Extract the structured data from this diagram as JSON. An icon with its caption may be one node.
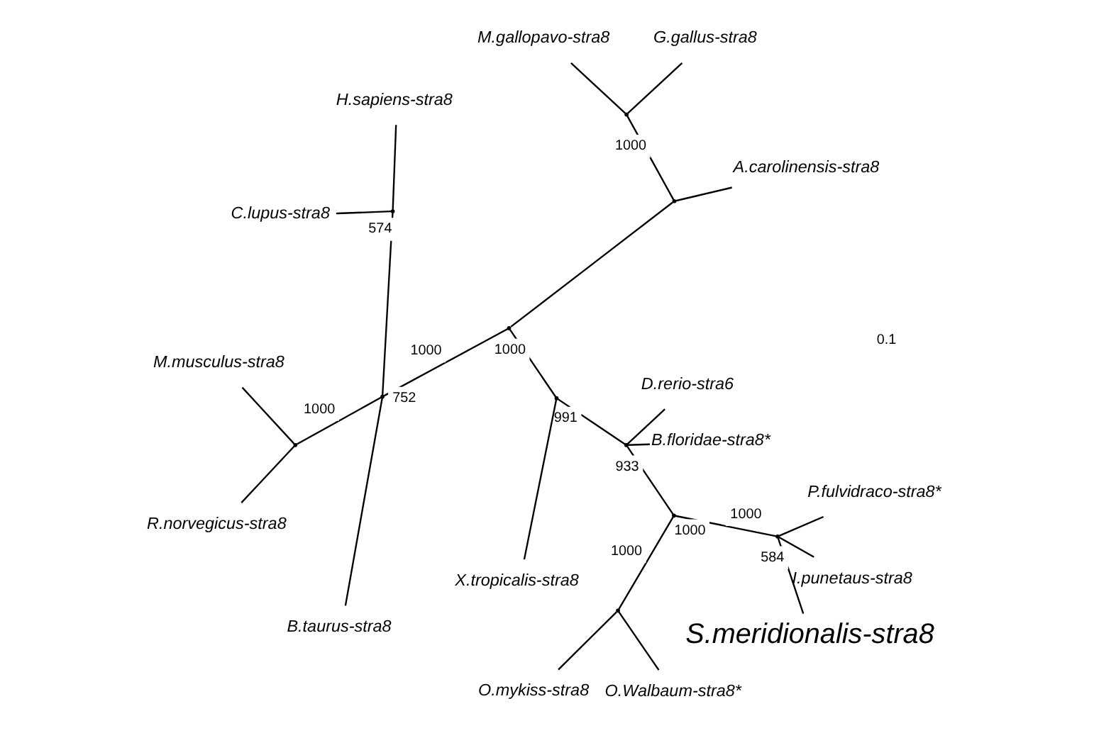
{
  "diagram": {
    "nodes": [
      {
        "text": [
          "S.meridionalis-stra8"
        ]
      },
      {
        "text": [
          "B.floridae-stra8*"
        ]
      },
      {
        "text": [
          "I.punetaus-stra8"
        ]
      },
      {
        "text": [
          "P.fulvidraco-stra8*"
        ]
      },
      {
        "text": [],
        "shape": "point",
        "beside": [
          "584"
        ]
      },
      {
        "text": [
          "O.mykiss-stra8"
        ]
      },
      {
        "text": [],
        "shape": "point"
      },
      {
        "text": [
          "O.Walbaum-stra8*"
        ]
      },
      {
        "text": [],
        "shape": "point",
        "beside": [
          "1000"
        ]
      },
      {
        "text": [
          "D.rerio-stra6"
        ]
      },
      {
        "text": [],
        "shape": "point",
        "beside": [
          "933"
        ]
      },
      {
        "text": [],
        "shape": "point",
        "beside": [
          "991"
        ]
      },
      {
        "text": [],
        "shape": "point",
        "beside": [
          "1000"
        ]
      },
      {
        "text": [
          "X.tropicalis-stra8"
        ]
      },
      {
        "text": [],
        "shape": "point"
      },
      {
        "text": [
          "A.carolinensis-stra8"
        ]
      },
      {
        "text": [],
        "shape": "point",
        "beside": [
          "752"
        ]
      },
      {
        "text": [],
        "shape": "point",
        "beside": [
          "574"
        ]
      },
      {
        "text": [
          "H.sapiens-stra8"
        ]
      },
      {
        "text": [
          "C.lupus-stra8"
        ]
      },
      {
        "text": [],
        "shape": "point"
      },
      {
        "text": [],
        "shape": "point"
      },
      {
        "text": [
          "G.gallus-stra8"
        ]
      },
      {
        "text": [
          "M.gallopavo-stra8"
        ]
      },
      {
        "text": [
          "B.taurus-stra8"
        ]
      },
      {
        "text": [
          "M.musculus-stra8"
        ]
      },
      {
        "text": [
          "R.norvegicus-stra8"
        ]
      }
    ],
    "edges": [
      {
        "from": 0,
        "to": 4,
        "arrow": "none"
      },
      {
        "from": 2,
        "to": 4,
        "arrow": "none"
      },
      {
        "from": 3,
        "to": 4,
        "arrow": "none"
      },
      {
        "from": 4,
        "to": 8,
        "arrow": "none",
        "label": "1000"
      },
      {
        "from": 8,
        "to": 6,
        "arrow": "none",
        "label": "1000"
      },
      {
        "from": 6,
        "to": 5,
        "arrow": "none"
      },
      {
        "from": 6,
        "to": 7,
        "arrow": "none"
      },
      {
        "from": 8,
        "to": 10,
        "arrow": "none"
      },
      {
        "from": 10,
        "to": 1,
        "arrow": "none"
      },
      {
        "from": 10,
        "to": 9,
        "arrow": "none"
      },
      {
        "from": 10,
        "to": 11,
        "arrow": "none"
      },
      {
        "from": 11,
        "to": 13,
        "arrow": "none"
      },
      {
        "from": 11,
        "to": 12,
        "arrow": "none"
      },
      {
        "from": 12,
        "to": 14,
        "arrow": "none"
      },
      {
        "from": 14,
        "to": 15,
        "arrow": "none"
      },
      {
        "from": 14,
        "to": 21,
        "arrow": "none",
        "label": "1000"
      },
      {
        "from": 21,
        "to": 22,
        "arrow": "none"
      },
      {
        "from": 21,
        "to": 23,
        "arrow": "none"
      },
      {
        "from": 12,
        "to": 16,
        "arrow": "none",
        "label": "1000"
      },
      {
        "from": 16,
        "to": 17,
        "arrow": "none"
      },
      {
        "from": 17,
        "to": 18,
        "arrow": "none"
      },
      {
        "from": 17,
        "to": 19,
        "arrow": "none"
      },
      {
        "from": 16,
        "to": 20,
        "arrow": "none",
        "label": "1000"
      },
      {
        "from": 20,
        "to": 25,
        "arrow": "none"
      },
      {
        "from": 20,
        "to": 26,
        "arrow": "none"
      },
      {
        "from": 16,
        "to": 24,
        "arrow": "none"
      }
    ],
    "labels": [
      "0.1"
    ]
  }
}
